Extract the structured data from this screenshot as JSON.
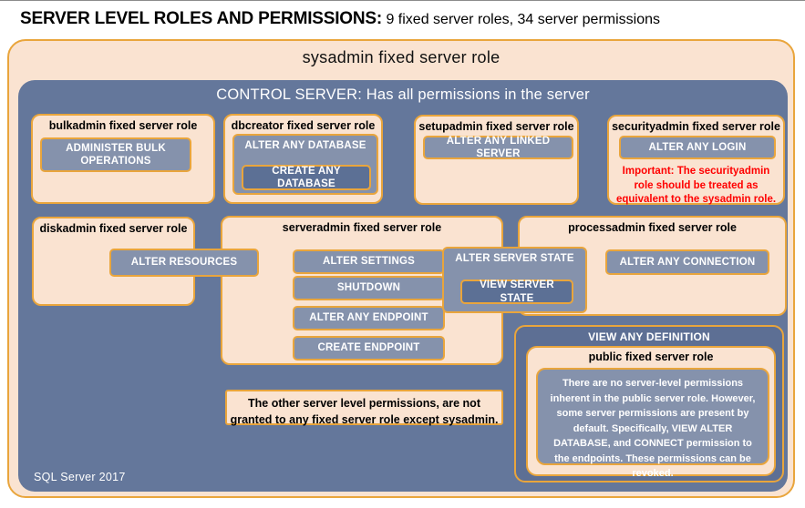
{
  "page": {
    "title_bold": "SERVER LEVEL ROLES AND PERMISSIONS:",
    "title_rest": " 9 fixed server roles, 34 server permissions",
    "footer": "SQL Server 2017"
  },
  "colors": {
    "peach": "#FAE3D1",
    "slate": "#64779B",
    "slate_dark": "#5D6F94",
    "chip_gray": "#8592AC",
    "chip_dark": "#5C7095",
    "gold_border": "#E9A53C",
    "warning_red": "#FF0000"
  },
  "sysadmin": {
    "title": "sysadmin fixed server role"
  },
  "control": {
    "title": "CONTROL SERVER: Has all permissions in the server"
  },
  "roles": {
    "bulkadmin": {
      "title": "bulkadmin fixed server role",
      "permission": "ADMINISTER BULK OPERATIONS"
    },
    "dbcreator": {
      "title": "dbcreator fixed server role",
      "outer_permission": "ALTER ANY DATABASE",
      "inner_permission": "CREATE ANY DATABASE"
    },
    "setupadmin": {
      "title": "setupadmin fixed server role",
      "permission": "ALTER ANY LINKED SERVER"
    },
    "securityadmin": {
      "title": "securityadmin fixed server role",
      "permission": "ALTER ANY LOGIN",
      "warning": "Important: The securityadmin role should be treated as equivalent to the sysadmin role."
    },
    "diskadmin": {
      "title": "diskadmin fixed server role",
      "permission": "ALTER RESOURCES"
    },
    "serveradmin": {
      "title": "serveradmin fixed server role",
      "permissions": [
        "ALTER SETTINGS",
        "SHUTDOWN",
        "ALTER ANY ENDPOINT",
        "CREATE ENDPOINT"
      ]
    },
    "shared_state": {
      "outer_permission": "ALTER SERVER STATE",
      "inner_permission": "VIEW SERVER STATE"
    },
    "processadmin": {
      "title": "processadmin fixed server role",
      "permission": "ALTER ANY CONNECTION"
    },
    "public": {
      "banner": "VIEW ANY DEFINITION",
      "title": "public fixed server role",
      "body": "There are no server-level permissions inherent in the public server role. However, some server permissions are present by default. Specifically, VIEW ALTER DATABASE, and CONNECT permission to the endpoints. These permissions can be revoked."
    }
  },
  "note": "The other server level permissions, are not granted to any fixed server role except sysadmin."
}
